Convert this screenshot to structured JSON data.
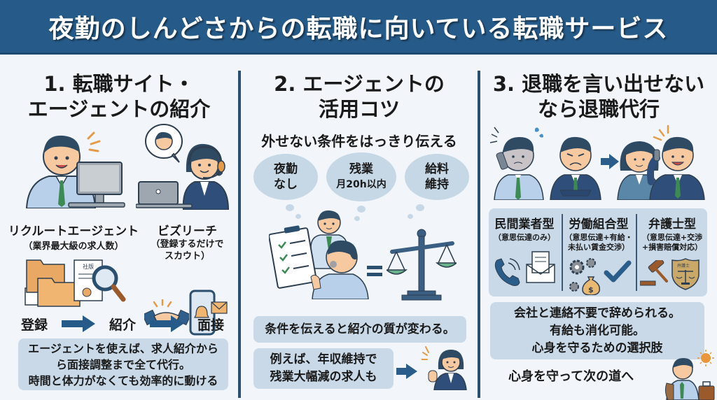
{
  "title": "夜勤のしんどさからの転職に向いている転職サービス",
  "colors": {
    "title_bg": "#265a88",
    "page_bg": "#f2f6fa",
    "box_bg": "#c9d9e8",
    "accent_navy": "#265a88",
    "accent_green": "#3d8a55",
    "accent_orange": "#e39a4b"
  },
  "section1": {
    "heading_line1": "1. 転職サイト・",
    "heading_line2": "エージェントの紹介",
    "services": [
      {
        "name": "リクルートエージェント",
        "note": "（業界最大級の求人数）"
      },
      {
        "name": "ビズリーチ",
        "note_line1": "（登録するだけで",
        "note_line2": "スカウト）"
      }
    ],
    "document_label": "社版",
    "scout_label": "スカウト",
    "flow": [
      "登録",
      "紹介",
      "面接"
    ],
    "summary_lines": [
      "エージェントを使えば、求人紹介から",
      "ら面接調整まで全て代行。",
      "時間と体力がなくても効率的に動ける"
    ],
    "icons": [
      "man-at-computer-icon",
      "woman-with-headset-icon",
      "folders-icon",
      "magnifier-icon",
      "handshake-icon",
      "smartphone-notification-icon"
    ]
  },
  "section2": {
    "heading_line1": "2. エージェントの",
    "heading_line2": "活用コツ",
    "subheading": "外せない条件をはっきり伝える",
    "conditions": [
      {
        "line1": "夜勤",
        "line2": "なし"
      },
      {
        "line1": "残業",
        "line2": "月20h以内"
      },
      {
        "line1": "給料",
        "line2": "維持"
      }
    ],
    "result_text": "条件を伝えると紹介の質が変わる。",
    "example_lines": [
      "例えば、年収維持で",
      "残業大幅減の求人も"
    ],
    "icons": [
      "checklist-icon",
      "consultation-icon",
      "equals-icon",
      "balance-scale-icon",
      "waving-woman-icon"
    ]
  },
  "section3": {
    "heading_line1": "3. 退職を言い出せない",
    "heading_line2": "なら退職代行",
    "types": [
      {
        "title": "民間業者型",
        "desc_lines": [
          "（意思伝達のみ）"
        ]
      },
      {
        "title": "労働組合型",
        "desc_lines": [
          "（意思伝達+有給・",
          "未払い賃金交渉）"
        ]
      },
      {
        "title": "弁護士型",
        "desc_lines": [
          "（意思伝達+交渉",
          "+損害賠償対応）"
        ]
      }
    ],
    "badge_label": "弁護士",
    "summary_lines": [
      "会社と連絡不要で辞められる。",
      "有給も消化可能。",
      "心身を守るための選択肢"
    ],
    "closing": "心身を守って次の道へ",
    "icons": [
      "worried-man-phone-icon",
      "angry-boss-icon",
      "arrow-right-icon",
      "helpful-woman-icon",
      "smiling-man-phone-icon",
      "phone-icon",
      "envelope-icon",
      "gears-icon",
      "money-bag-icon",
      "checkmark-icon",
      "gavel-icon",
      "lawyer-badge-icon",
      "traveler-icon",
      "sun-icon"
    ]
  }
}
